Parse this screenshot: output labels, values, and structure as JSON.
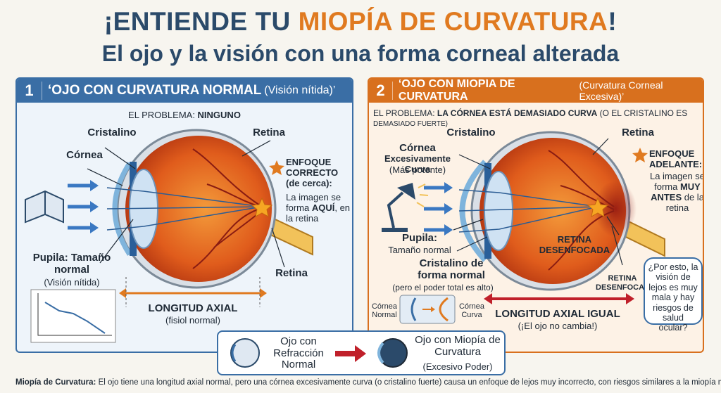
{
  "header": {
    "title_prefix": "¡ENTIENDE TU ",
    "title_accent": "MIOPÍA DE CURVATURA",
    "title_suffix": "!",
    "subtitle": "El ojo y la visión con una forma corneal alterada"
  },
  "left_panel": {
    "number": "1",
    "title": "‘OJO CON CURVATURA NORMAL",
    "title_sub": "(Visión nítida)’",
    "problem_label": "EL PROBLEMA: ",
    "problem_value": "NINGUNO",
    "cristalino": "Cristalino",
    "retina_top": "Retina",
    "cornea": "Córnea",
    "focus_title": "ENFOQUE CORRECTO (de cerca):",
    "focus_text_1": "La imagen se forma ",
    "focus_text_bold": "AQUÍ",
    "focus_text_2": ", en la retina",
    "pupila_title": "Pupila: Tamaño normal",
    "pupila_sub": "(Visión nítida)",
    "retina_bottom": "Retina",
    "axial_title": "LONGITUD AXIAL",
    "axial_sub": "(fisiol normal)"
  },
  "right_panel": {
    "number": "2",
    "title": "‘OJO CON MIOPÍA DE CURVATURA",
    "title_sub": "(Curvatura Corneal Excesiva)’",
    "problem_label": "EL PROBLEMA: ",
    "problem_value": "LA CÓRNEA ESTÁ DEMASIADO CURVA",
    "problem_tail": " (O EL CRISTALINO ES",
    "problem_tail2": "DEMASIADO FUERTE)",
    "cristalino": "Cristalino",
    "retina_top": "Retina",
    "cornea_title": "Córnea",
    "cornea_sub": "Excesivamente Curva",
    "cornea_note": "(Más potente)",
    "focus_title": "ENFOQUE ADELANTE:",
    "focus_text_1": "La imagen se forma ",
    "focus_text_bold": "MUY ANTES",
    "focus_text_2": " de la retina",
    "pupila_title": "Pupila:",
    "pupila_sub": "Tamaño normal",
    "retina_blur": "RETINA DESENFOCADA",
    "retina_blur_small": "RETINA DESENFOCADA",
    "cristalino_normal": "Cristalino de forma normal",
    "cristalino_note": "(pero el poder total es alto)",
    "cornea_normal": "Córnea Normal",
    "cornea_curva": "Córnea Curva",
    "axial_title": "LONGITUD AXIAL IGUAL",
    "axial_sub": "(¡El ojo no cambia!)",
    "bubble": "¿Por esto, la visión de lejos es muy mala y hay riesgos de salud ocular?"
  },
  "comparison": {
    "left_label": "Ojo con Refracción Normal",
    "right_label": "Ojo con Miopía de Curvatura",
    "right_sub": "(Excesivo Poder)"
  },
  "footer": {
    "bold": "Miopía de Curvatura:",
    "text": " El ojo tiene una longitud axial normal, pero una córnea excesivamente curva (o cristalino fuerte) causa un enfoque de lejos muy incorrecto, con riesgos similares a la miopía magna."
  },
  "colors": {
    "blue": "#3a6ea5",
    "orange": "#d8701e",
    "accent": "#e07a20",
    "arrow_red": "#c0202a"
  }
}
